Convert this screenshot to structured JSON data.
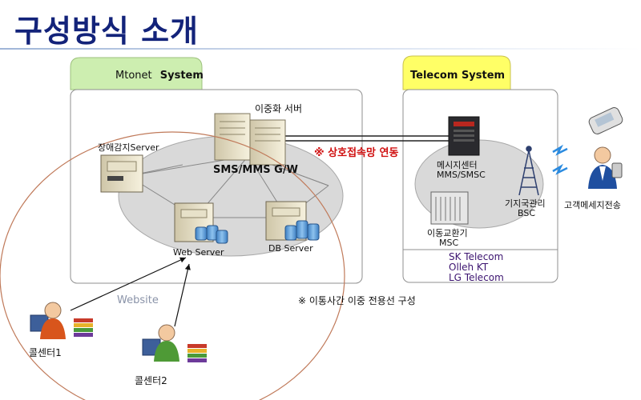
{
  "page": {
    "title": "구성방식 소개"
  },
  "mtonet": {
    "tab_prefix": "Mtonet",
    "tab_bold": "System"
  },
  "telecom": {
    "tab": "Telecom System",
    "carriers": [
      "SK Telecom",
      "Olleh KT",
      "LG Telecom"
    ]
  },
  "nodes": {
    "dual_server": "이중화 서버",
    "fault_server": "장애감지Server",
    "gateway": "SMS/MMS G/W",
    "web_server": "Web Server",
    "db_server": "DB Server",
    "message_center_ko": "메시지센터",
    "message_center_en": "MMS/SMSC",
    "bsc_ko": "기지국관리",
    "bsc_en": "BSC",
    "msc_ko": "이동교환기",
    "msc_en": "MSC",
    "customer": "고객메세지전송",
    "callcenter1": "콜센터1",
    "callcenter2": "콜센터2",
    "website": "Website"
  },
  "notes": {
    "interconnect": "※ 상호접속망 연동",
    "dedicated_line": "※ 이통사간 이중 전용선 구성"
  },
  "colors": {
    "title": "#13237a",
    "mtonet_tab": "#cdeeb0",
    "telecom_tab": "#ffff66",
    "accent_red": "#d01010",
    "carrier_text": "#3c1470"
  }
}
